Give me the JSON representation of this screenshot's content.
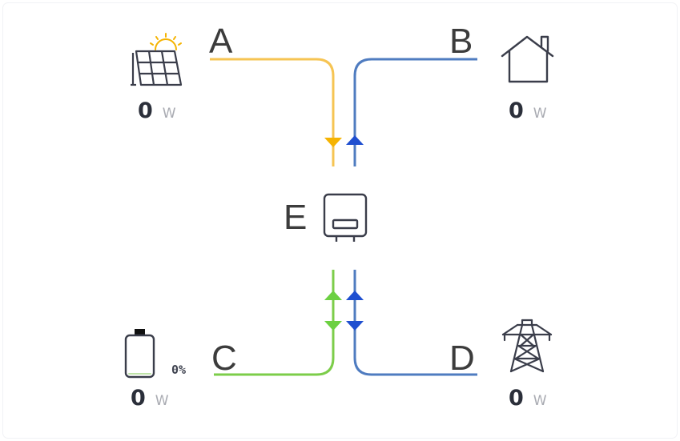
{
  "colors": {
    "solar_flow": "#f6c453",
    "load_flow": "#4f7cc0",
    "battery_flow": "#7ccd4a",
    "grid_flow": "#4f7cc0",
    "arrow_yellow": "#f5b301",
    "arrow_blue": "#1f4fd0",
    "arrow_green": "#6cd042",
    "sun": "#f5b301",
    "icon_stroke": "#3a3d4a"
  },
  "labels": {
    "solar": "A",
    "load": "B",
    "battery": "C",
    "grid": "D",
    "inverter": "E"
  },
  "solar": {
    "value": "0",
    "unit": "W",
    "icon": "solar-panel-icon"
  },
  "load": {
    "value": "0",
    "unit": "W",
    "icon": "house-icon"
  },
  "battery": {
    "value": "0",
    "unit": "W",
    "soc": "0%",
    "icon": "battery-icon"
  },
  "grid": {
    "value": "0",
    "unit": "W",
    "icon": "power-tower-icon"
  },
  "inverter": {
    "icon": "inverter-icon"
  }
}
